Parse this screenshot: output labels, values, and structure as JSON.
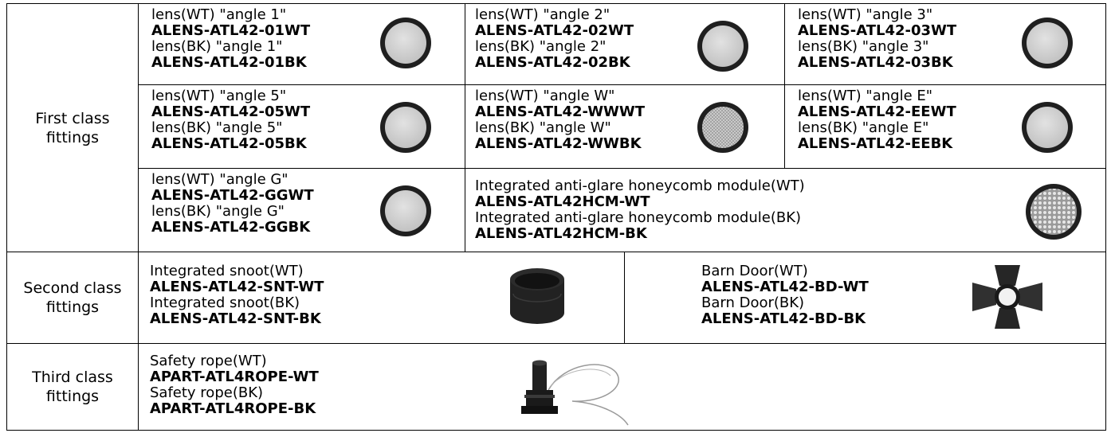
{
  "categories": {
    "first": "First class fittings",
    "second": "Second class fittings",
    "third": "Third class fittings"
  },
  "first_class": [
    {
      "wt_label": "lens(WT) \"angle 1\"",
      "wt_code": "ALENS-ATL42-01WT",
      "bk_label": "lens(BK) \"angle 1\"",
      "bk_code": "ALENS-ATL42-01BK"
    },
    {
      "wt_label": "lens(WT) \"angle 2\"",
      "wt_code": "ALENS-ATL42-02WT",
      "bk_label": "lens(BK) \"angle 2\"",
      "bk_code": "ALENS-ATL42-02BK"
    },
    {
      "wt_label": "lens(WT) \"angle 3\"",
      "wt_code": "ALENS-ATL42-03WT",
      "bk_label": "lens(BK) \"angle 3\"",
      "bk_code": "ALENS-ATL42-03BK"
    },
    {
      "wt_label": "lens(WT) \"angle 5\"",
      "wt_code": "ALENS-ATL42-05WT",
      "bk_label": "lens(BK) \"angle 5\"",
      "bk_code": "ALENS-ATL42-05BK"
    },
    {
      "wt_label": "lens(WT) \"angle W\"",
      "wt_code": "ALENS-ATL42-WWWT",
      "bk_label": "lens(BK) \"angle W\"",
      "bk_code": "ALENS-ATL42-WWBK"
    },
    {
      "wt_label": "lens(WT) \"angle E\"",
      "wt_code": "ALENS-ATL42-EEWT",
      "bk_label": "lens(BK) \"angle E\"",
      "bk_code": "ALENS-ATL42-EEBK"
    },
    {
      "wt_label": "lens(WT) \"angle G\"",
      "wt_code": "ALENS-ATL42-GGWT",
      "bk_label": "lens(BK) \"angle G\"",
      "bk_code": "ALENS-ATL42-GGBK"
    },
    {
      "wt_label": "Integrated anti-glare honeycomb module(WT)",
      "wt_code": "ALENS-ATL42HCM-WT",
      "bk_label": "Integrated anti-glare honeycomb module(BK)",
      "bk_code": "ALENS-ATL42HCM-BK"
    }
  ],
  "second_class": [
    {
      "wt_label": "Integrated snoot(WT)",
      "wt_code": "ALENS-ATL42-SNT-WT",
      "bk_label": "Integrated snoot(BK)",
      "bk_code": "ALENS-ATL42-SNT-BK"
    },
    {
      "wt_label": "Barn Door(WT)",
      "wt_code": "ALENS-ATL42-BD-WT",
      "bk_label": "Barn Door(BK)",
      "bk_code": "ALENS-ATL42-BD-BK"
    }
  ],
  "third_class": [
    {
      "wt_label": "Safety rope(WT)",
      "wt_code": "APART-ATL4ROPE-WT",
      "bk_label": "Safety rope(BK)",
      "bk_code": "APART-ATL4ROPE-BK"
    }
  ],
  "colors": {
    "border": "#000000",
    "lens_ring": "#1f1f1f",
    "lens_fill": "#d0d0d0",
    "product_dark": "#202020"
  }
}
